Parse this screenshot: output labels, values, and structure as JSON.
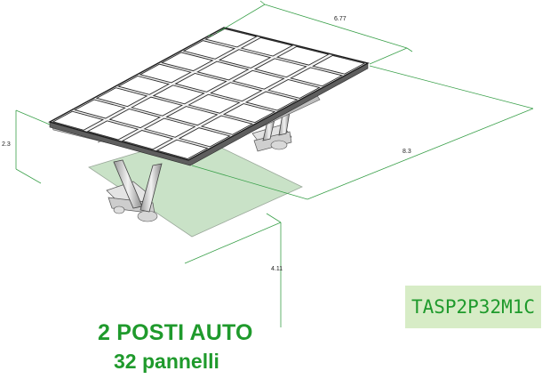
{
  "dimensions": {
    "width": "6.77",
    "depth": "8.3",
    "panel_height": "2.3",
    "clearance": "4.11"
  },
  "title": {
    "line1": "2 POSTI AUTO",
    "line2": "32 pannelli"
  },
  "model_code": "TASP2P32M1C",
  "colors": {
    "accent_green": "#1f9a2c",
    "dimension_line": "#3aa04a",
    "code_background": "#d7ecc6",
    "ground_fill": "#c9e2c7"
  }
}
